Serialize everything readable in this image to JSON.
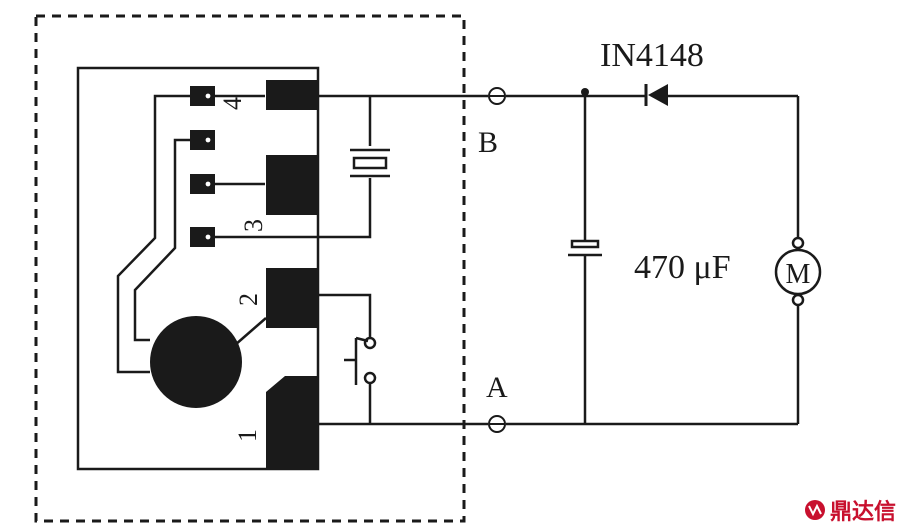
{
  "diagram": {
    "labels": {
      "diode": "IN4148",
      "capacitor": "470 μF",
      "motor": "M",
      "terminal_b": "B",
      "terminal_a": "A",
      "pin_4": "4",
      "pin_3": "3",
      "pin_2": "2",
      "pin_1": "1"
    },
    "watermark": "鼎达信"
  }
}
